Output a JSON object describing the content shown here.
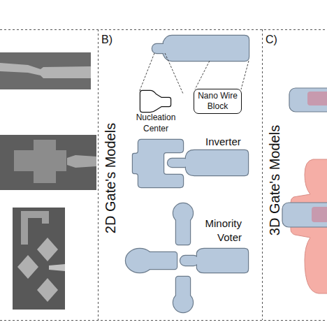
{
  "diagram": {
    "nodes": [
      {
        "text": [
          "B)",
          "2D Gate's Models"
        ]
      },
      {
        "text": [
          "Nucleation Center"
        ],
        "in": 0
      },
      {
        "text": [
          "Nano Wire Block"
        ],
        "in": 0
      },
      {
        "text": [
          "Inverter"
        ],
        "in": 0
      },
      {
        "text": [
          "Minority Voter"
        ],
        "in": 0
      },
      {
        "text": [
          "C)",
          "3D Gate's Models"
        ]
      }
    ]
  }
}
